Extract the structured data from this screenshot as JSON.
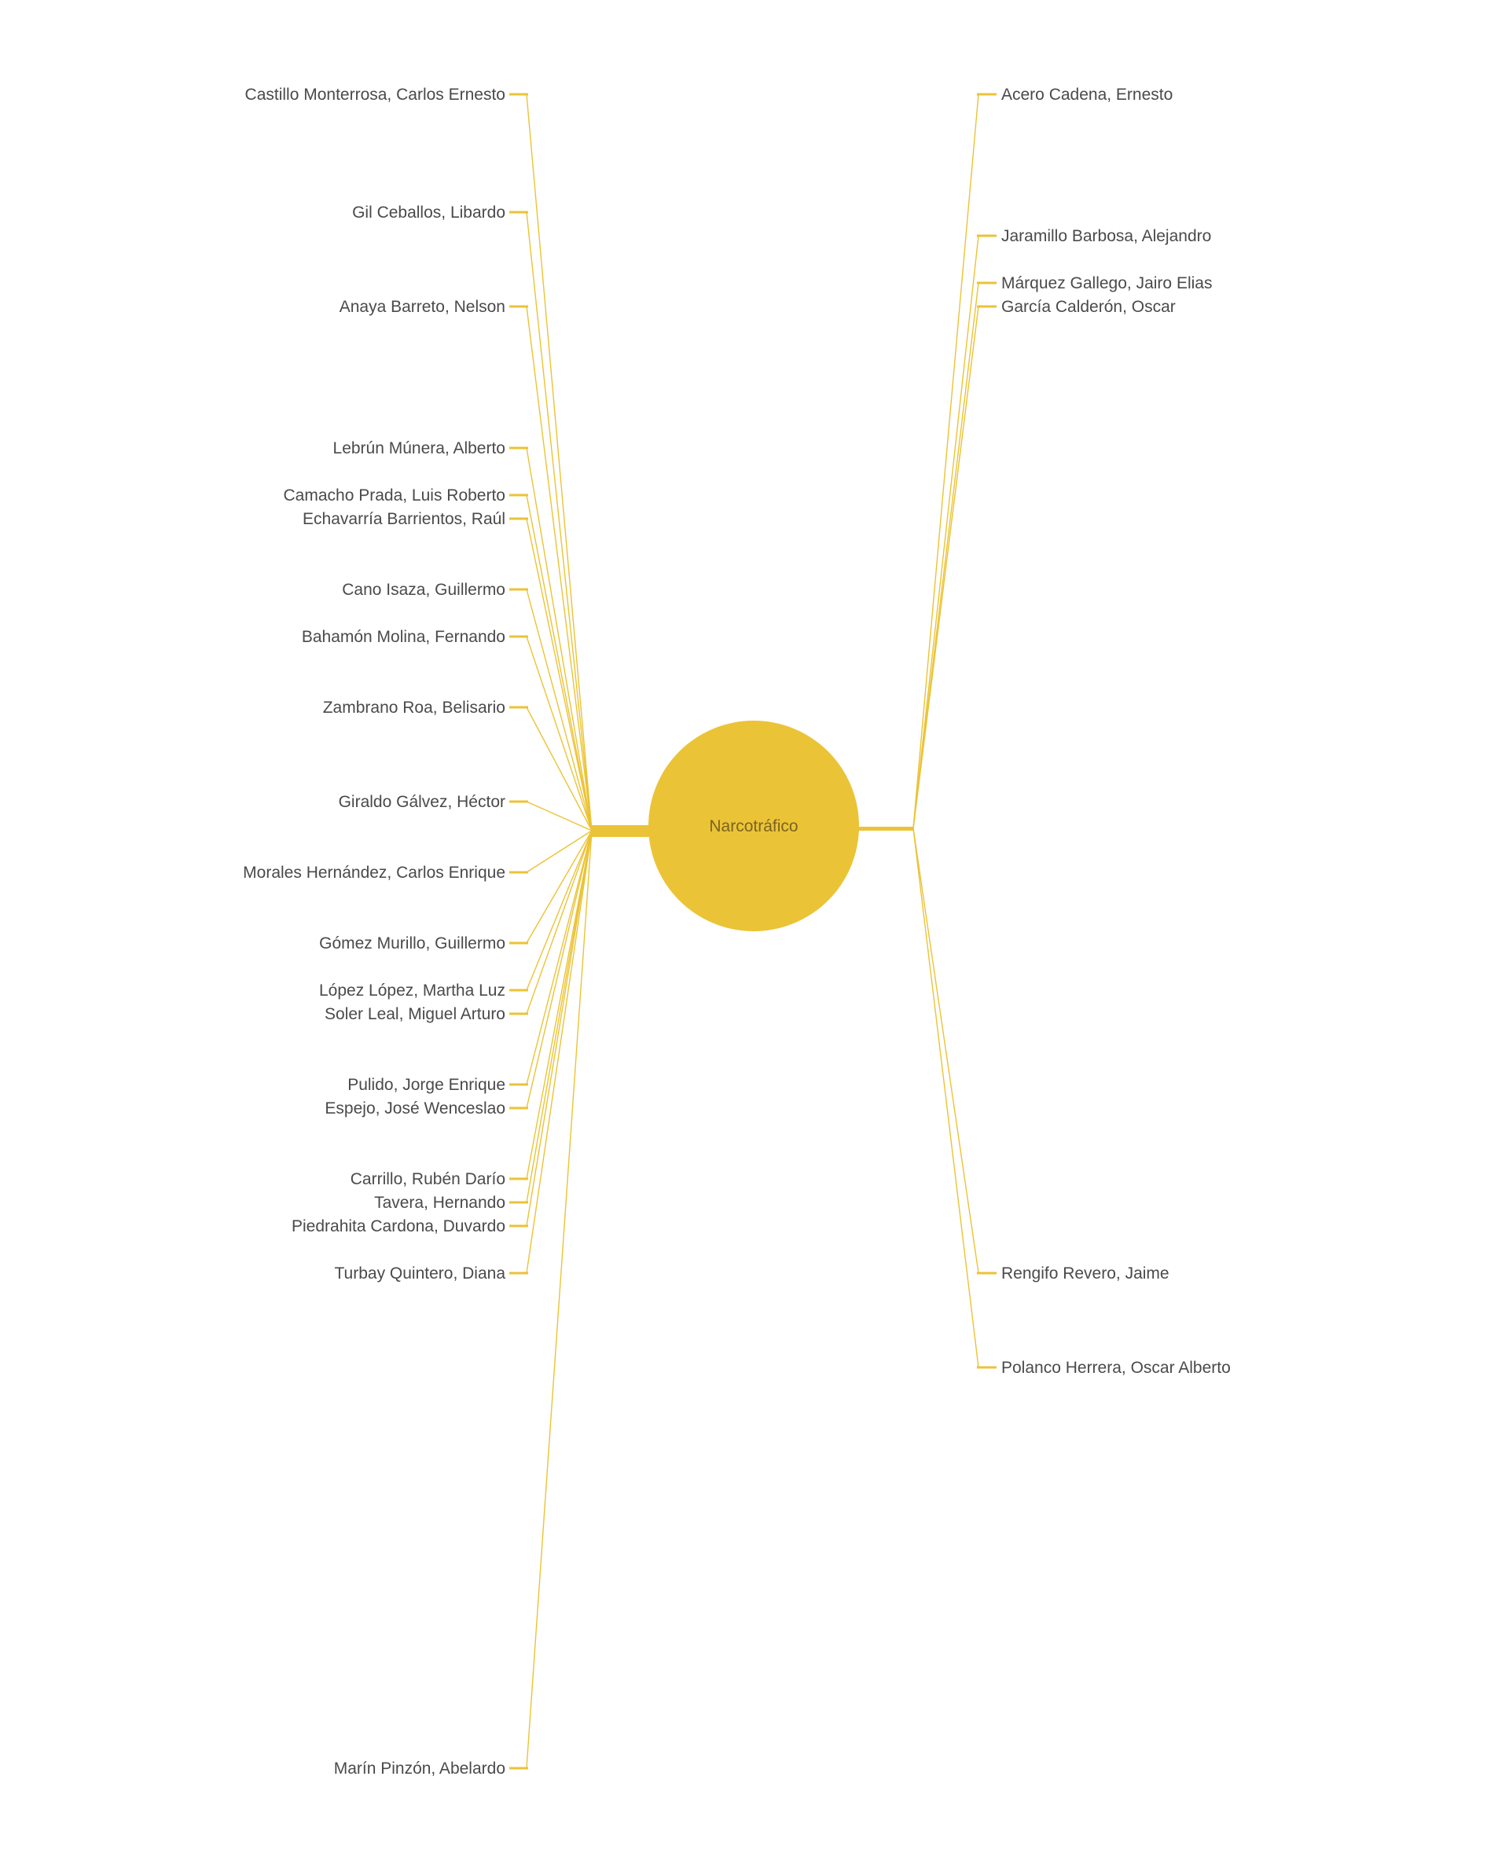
{
  "center": {
    "label": "Narcotráfico"
  },
  "colors": {
    "accent": "#ebc336",
    "line": "#ebc336",
    "text": "#4a4a4a",
    "center_text": "#7a6420",
    "background": "#ffffff"
  },
  "left": [
    "Castillo Monterrosa, Carlos Ernesto",
    "Gil Ceballos, Libardo",
    "Anaya Barreto, Nelson",
    "Lebrún Múnera, Alberto",
    "Camacho Prada, Luis Roberto",
    "Echavarría Barrientos, Raúl",
    "Cano Isaza, Guillermo",
    "Bahamón Molina, Fernando",
    "Zambrano Roa, Belisario",
    "Giraldo Gálvez, Héctor",
    "Morales Hernández, Carlos Enrique",
    "Gómez Murillo, Guillermo",
    "López López, Martha Luz",
    "Soler Leal, Miguel Arturo",
    "Pulido, Jorge Enrique",
    "Espejo, José Wenceslao",
    "Carrillo, Rubén Darío",
    "Tavera, Hernando",
    "Piedrahita Cardona, Duvardo",
    "Turbay Quintero, Diana",
    "Marín Pinzón, Abelardo"
  ],
  "right": [
    "Acero Cadena, Ernesto",
    "Jaramillo Barbosa, Alejandro",
    "Márquez Gallego, Jairo Elias",
    "García Calderón, Oscar",
    "Rengifo Revero, Jaime",
    "Polanco Herrera, Oscar Alberto"
  ]
}
